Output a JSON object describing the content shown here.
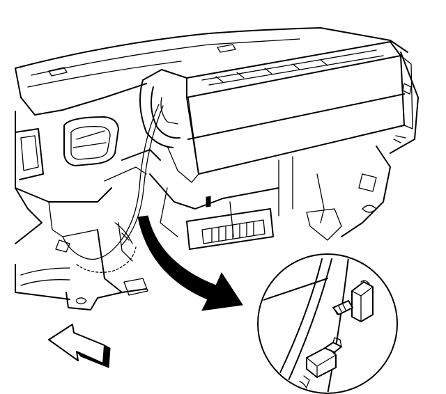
{
  "diagram": {
    "components": [
      {
        "name": "instrument-panel-carrier"
      },
      {
        "name": "instrument-cluster-housing"
      },
      {
        "name": "air-vent"
      },
      {
        "name": "wiring-harness"
      },
      {
        "name": "electrical-connector"
      },
      {
        "name": "retaining-clip"
      }
    ],
    "callouts": [
      {
        "name": "detail-view",
        "shape": "circle"
      },
      {
        "name": "detail-pointer-arrow",
        "shape": "curved-arrow"
      },
      {
        "name": "direction-arrow",
        "shape": "outlined-arrow"
      }
    ],
    "colors": {
      "ink": "#000000",
      "paper": "#ffffff"
    }
  }
}
